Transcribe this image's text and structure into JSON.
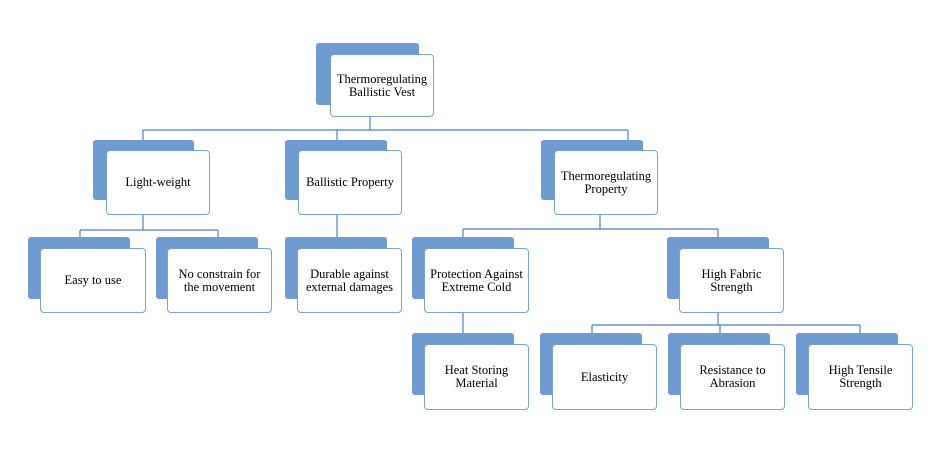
{
  "colors": {
    "accent": "#6f9bd1",
    "border": "#7aa3d6",
    "connector": "#4f81bd"
  },
  "nodes": [
    {
      "id": "root",
      "label": "Thermoregulating Ballistic  Vest"
    },
    {
      "id": "light",
      "label": "Light-weight"
    },
    {
      "id": "ballistic",
      "label": "Ballistic  Property"
    },
    {
      "id": "thermo",
      "label": "Thermoregulating Property"
    },
    {
      "id": "easy",
      "label": "Easy to use"
    },
    {
      "id": "noconstrain",
      "label": "No constrain for the movement"
    },
    {
      "id": "durable",
      "label": "Durable against external damages"
    },
    {
      "id": "protection",
      "label": "Protection Against Extreme Cold"
    },
    {
      "id": "fabric",
      "label": "High Fabric Strength"
    },
    {
      "id": "heat",
      "label": "Heat Storing Material"
    },
    {
      "id": "elasticity",
      "label": "Elasticity"
    },
    {
      "id": "abrasion",
      "label": "Resistance to Abrasion"
    },
    {
      "id": "tensile",
      "label": "High Tensile Strength"
    }
  ]
}
